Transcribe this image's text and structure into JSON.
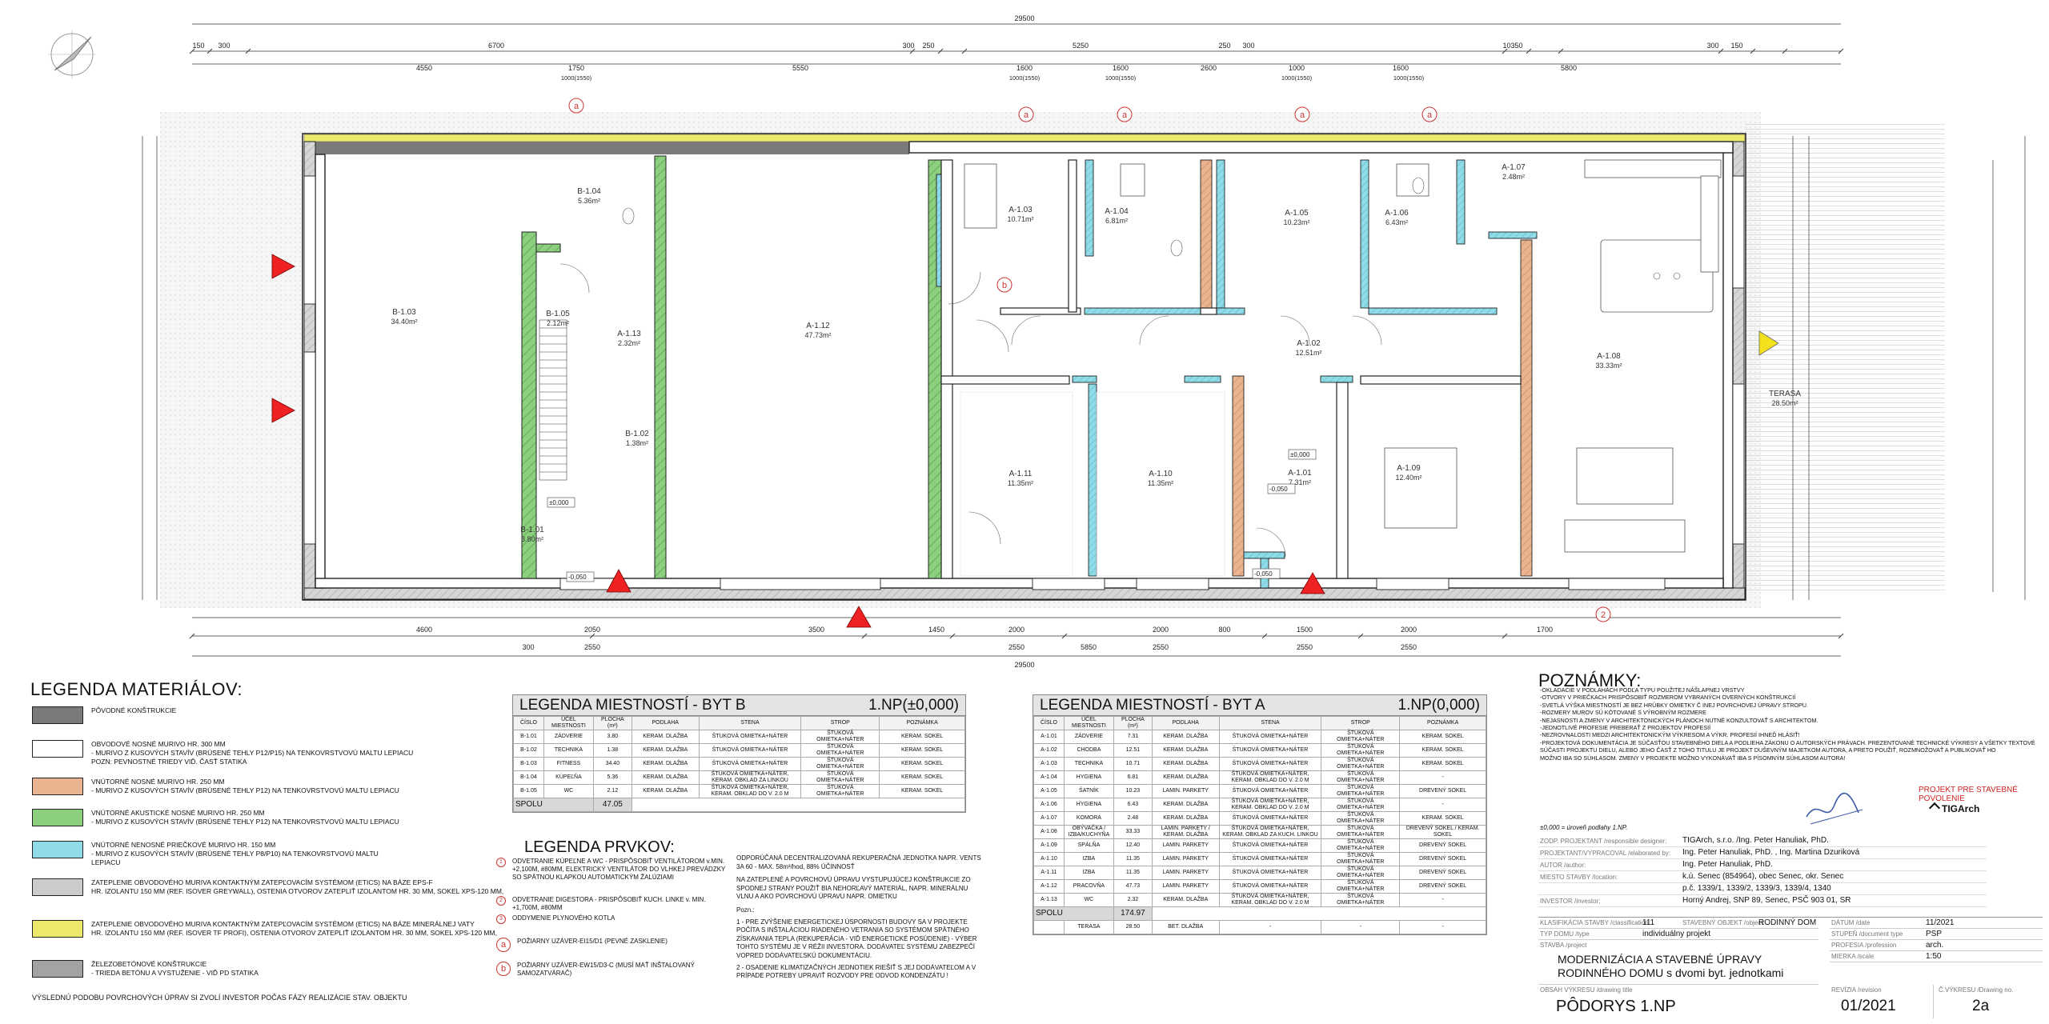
{
  "plan": {
    "overall_dimension": "29500",
    "top_dims": [
      "150",
      "300",
      "6700",
      "300",
      "250",
      "5250",
      "250",
      "300",
      "10350",
      "300",
      "150"
    ],
    "top_dims2": [
      "4550",
      "1750",
      "5550",
      "1600",
      "1600",
      "2600",
      "1000",
      "1600",
      "5800"
    ],
    "window_tags": [
      "1000(1550)",
      "1000(1550)",
      "1000(1550)",
      "1000(1550)",
      "1000(1550)"
    ],
    "bottom_dims": [
      "4600",
      "2050",
      "3500",
      "1450",
      "2000",
      "2000",
      "800",
      "1500",
      "2000",
      "1700"
    ],
    "bottom_dims2": [
      "300",
      "2550",
      "5850",
      "2550",
      "2550",
      "2550",
      "2550"
    ],
    "rooms": [
      {
        "code": "B-1.03",
        "area": "34.40m²"
      },
      {
        "code": "B-1.04",
        "area": "5.36m²"
      },
      {
        "code": "B-1.05",
        "area": "2.12m²"
      },
      {
        "code": "A-1.13",
        "area": "2.32m²"
      },
      {
        "code": "A-1.12",
        "area": "47.73m²"
      },
      {
        "code": "B-1.02",
        "area": "1.38m²"
      },
      {
        "code": "B-1.01",
        "area": "3.80m²"
      },
      {
        "code": "A-1.03",
        "area": "10.71m²"
      },
      {
        "code": "A-1.04",
        "area": "6.81m²"
      },
      {
        "code": "A-1.05",
        "area": "10.23m²"
      },
      {
        "code": "A-1.06",
        "area": "6.43m²"
      },
      {
        "code": "A-1.07",
        "area": "2.48m²"
      },
      {
        "code": "A-1.02",
        "area": "12.51m²"
      },
      {
        "code": "A-1.08",
        "area": "33.33m²"
      },
      {
        "code": "A-1.11",
        "area": "11.35m²"
      },
      {
        "code": "A-1.10",
        "area": "11.35m²"
      },
      {
        "code": "A-1.01",
        "area": "7.31m²"
      },
      {
        "code": "A-1.09",
        "area": "12.40m²"
      },
      {
        "code": "TERASA",
        "area": "28.50m²"
      }
    ],
    "level_labels": [
      "±0,000",
      "-0,050",
      "-0,050",
      "-0,050",
      "±0,000"
    ],
    "axis_marks": [
      "a",
      "a",
      "a",
      "a",
      "a",
      "b"
    ],
    "section_mark": "2"
  },
  "materials": {
    "title": "LEGENDA MATERIÁLOV:",
    "items": [
      {
        "color": "#7a7a7a",
        "lines": [
          "PÔVODNÉ KONŠTRUKCIE"
        ]
      },
      {
        "color": "#ffffff",
        "lines": [
          "OBVODOVÉ NOSNÉ MURIVO HR. 300 MM",
          "- MURIVO Z KUSOVÝCH STAVÍV (BRÚSENÉ TEHLY P12/P15) NA TENKOVRSTVOVÚ MALTU LEPIACU",
          "POZN: PEVNOSTNÉ TRIEDY VIĎ. ČASŤ STATIKA"
        ]
      },
      {
        "color": "#e9b48f",
        "lines": [
          "VNÚTORNÉ NOSNÉ MURIVO HR. 250 MM",
          "- MURIVO Z KUSOVÝCH STAVÍV (BRÚSENÉ TEHLY P12) NA TENKOVRSTVOVÚ MALTU LEPIACU"
        ]
      },
      {
        "color": "#8ccf7e",
        "lines": [
          "VNÚTORNÉ AKUSTICKÉ NOSNÉ MURIVO HR. 250 MM",
          "- MURIVO Z KUSOVÝCH STAVÍV (BRÚSENÉ TEHLY P12) NA TENKOVRSTVOVÚ MALTU LEPIACU"
        ]
      },
      {
        "color": "#8fdbe8",
        "lines": [
          "VNÚTORNÉ NENOSNÉ PRIEČKOVÉ MURIVO HR. 150 MM",
          "- MURIVO Z KUSOVÝCH STAVÍV (BRÚSENÉ TEHLY P8/P10) NA TENKOVRSTVOVÚ MALTU",
          "LEPIACU"
        ]
      },
      {
        "color": "#cccccc",
        "lines": [
          "ZATEPLENIE OBVODOVÉHO MURIVA KONTAKTNÝM ZATEPĽOVACÍM SYSTÉMOM (ETICS) NA BÁZE EPS-F",
          "HR. IZOLANTU 150 MM (REF. ISOVER GREYWALL), OSTENIA OTVOROV ZATEPLIŤ IZOLANTOM HR. 30 MM, SOKEL XPS-120 MM,"
        ]
      },
      {
        "color": "#ece96b",
        "lines": [
          "ZATEPLENIE OBVODOVÉHO MURIVA KONTAKTNÝM ZATEPĽOVACÍM SYSTÉMOM (ETICS) NA BÁZE MINERÁLNEJ VATY",
          "HR. IZOLANTU 150 MM (REF. ISOVER TF PROFI), OSTENIA OTVOROV ZATEPLIŤ IZOLANTOM HR. 30 MM, SOKEL XPS-120 MM,"
        ]
      },
      {
        "color": "#a3a3a3",
        "lines": [
          "ŽELEZOBETÓNOVÉ KONŠTRUKCIE",
          "- TRIEDA BETÓNU A VYSTUŽENIE - VIĎ PD STATIKA"
        ]
      }
    ],
    "footer": "VÝSLEDNÚ PODOBU POVRCHOVÝCH ÚPRAV SI ZVOLÍ INVESTOR POČAS FÁZY REALIZÁCIE STAV. OBJEKTU"
  },
  "table_b": {
    "title": "LEGENDA MIESTNOSTÍ  - BYT B",
    "level": "1.NP(±0,000)",
    "headers": [
      "ČÍSLO",
      "ÚČEL MIESTNOSTI",
      "PLOCHA (m²)",
      "PODLAHA",
      "STENA",
      "STROP",
      "POZNÁMKA"
    ],
    "rows": [
      [
        "B-1.01",
        "ZÁDVERIE",
        "3.80",
        "KERAM. DLAŽBA",
        "ŠTUKOVÁ OMIETKA+NÁTER",
        "ŠTUKOVÁ OMIETKA+NÁTER",
        "KERAM. SOKEL"
      ],
      [
        "B-1.02",
        "TECHNIKA",
        "1.38",
        "KERAM. DLAŽBA",
        "ŠTUKOVÁ OMIETKA+NÁTER",
        "ŠTUKOVÁ OMIETKA+NÁTER",
        "KERAM. SOKEL"
      ],
      [
        "B-1.03",
        "FITNESS",
        "34.40",
        "KERAM. DLAŽBA",
        "ŠTUKOVÁ OMIETKA+NÁTER",
        "ŠTUKOVÁ OMIETKA+NÁTER",
        "KERAM. SOKEL"
      ],
      [
        "B-1.04",
        "KÚPEĽŇA",
        "5.36",
        "KERAM. DLAŽBA",
        "ŠTUKOVÁ OMIETKA+NÁTER, KERAM. OBKLAD ZA LINKOU",
        "ŠTUKOVÁ OMIETKA+NÁTER",
        "KERAM. SOKEL"
      ],
      [
        "B-1.05",
        "WC",
        "2.12",
        "KERAM. DLAŽBA",
        "ŠTUKOVÁ OMIETKA+NÁTER, KERAM. OBKLAD DO V. 2.0 M",
        "ŠTUKOVÁ OMIETKA+NÁTER",
        "KERAM. SOKEL"
      ]
    ],
    "sum_label": "SPOLU",
    "sum_value": "47.05"
  },
  "table_a": {
    "title": "LEGENDA MIESTNOSTÍ  - BYT A",
    "level": "1.NP(0,000)",
    "headers": [
      "ČÍSLO",
      "ÚČEL MIESTNOSTI",
      "PLOCHA (m²)",
      "PODLAHA",
      "STENA",
      "STROP",
      "POZNÁMKA"
    ],
    "rows": [
      [
        "A-1.01",
        "ZÁDVERIE",
        "7.31",
        "KERAM. DLAŽBA",
        "ŠTUKOVÁ OMIETKA+NÁTER",
        "ŠTUKOVÁ OMIETKA+NÁTER",
        "KERAM. SOKEL"
      ],
      [
        "A-1.02",
        "CHODBA",
        "12.51",
        "KERAM. DLAŽBA",
        "ŠTUKOVÁ OMIETKA+NÁTER",
        "ŠTUKOVÁ OMIETKA+NÁTER",
        "KERAM. SOKEL"
      ],
      [
        "A-1.03",
        "TECHNIKA",
        "10.71",
        "KERAM. DLAŽBA",
        "ŠTUKOVÁ OMIETKA+NÁTER",
        "ŠTUKOVÁ OMIETKA+NÁTER",
        "KERAM. SOKEL"
      ],
      [
        "A-1.04",
        "HYGIENA",
        "6.81",
        "KERAM. DLAŽBA",
        "ŠTUKOVÁ OMIETKA+NÁTER, KERAM. OBKLAD DO V. 2.0 M",
        "ŠTUKOVÁ OMIETKA+NÁTER",
        "-"
      ],
      [
        "A-1.05",
        "ŠATNÍK",
        "10.23",
        "LAMIN. PARKETY",
        "ŠTUKOVÁ OMIETKA+NÁTER",
        "ŠTUKOVÁ OMIETKA+NÁTER",
        "DREVENÝ SOKEL"
      ],
      [
        "A-1.06",
        "HYGIENA",
        "6.43",
        "KERAM. DLAŽBA",
        "ŠTUKOVÁ OMIETKA+NÁTER, KERAM. OBKLAD DO V. 2.0 M",
        "ŠTUKOVÁ OMIETKA+NÁTER",
        "-"
      ],
      [
        "A-1.07",
        "KOMORA",
        "2.48",
        "KERAM. DLAŽBA",
        "ŠTUKOVÁ OMIETKA+NÁTER",
        "ŠTUKOVÁ OMIETKA+NÁTER",
        "KERAM. SOKEL"
      ],
      [
        "A-1.08",
        "OBÝVAČKA / IZBA/KUCHYŇA",
        "33.33",
        "LAMIN. PARKETY / KERAM. DLAŽBA",
        "ŠTUKOVÁ OMIETKA+NÁTER, KERAM. OBKLAD ZA KUCH. LINKOU",
        "ŠTUKOVÁ OMIETKA+NÁTER",
        "DREVENÝ SOKEL / KERAM. SOKEL"
      ],
      [
        "A-1.09",
        "SPÁLŇA",
        "12.40",
        "LAMIN. PARKETY",
        "ŠTUKOVÁ OMIETKA+NÁTER",
        "ŠTUKOVÁ OMIETKA+NÁTER",
        "DREVENÝ SOKEL"
      ],
      [
        "A-1.10",
        "IZBA",
        "11.35",
        "LAMIN. PARKETY",
        "ŠTUKOVÁ OMIETKA+NÁTER",
        "ŠTUKOVÁ OMIETKA+NÁTER",
        "DREVENÝ SOKEL"
      ],
      [
        "A-1.11",
        "IZBA",
        "11.35",
        "LAMIN. PARKETY",
        "ŠTUKOVÁ OMIETKA+NÁTER",
        "ŠTUKOVÁ OMIETKA+NÁTER",
        "DREVENÝ SOKEL"
      ],
      [
        "A-1.12",
        "PRACOVŇA",
        "47.73",
        "LAMIN. PARKETY",
        "ŠTUKOVÁ OMIETKA+NÁTER",
        "ŠTUKOVÁ OMIETKA+NÁTER",
        "DREVENÝ SOKEL"
      ],
      [
        "A-1.13",
        "WC",
        "2.32",
        "KERAM. DLAŽBA",
        "ŠTUKOVÁ OMIETKA+NÁTER, KERAM. OBKLAD DO V. 2.0 M",
        "ŠTUKOVÁ OMIETKA+NÁTER",
        "-"
      ]
    ],
    "sum_label": "SPOLU",
    "sum_value": "174.97",
    "extra_row": [
      "",
      "TERASA",
      "28.50",
      "BET. DLAŽBA",
      "-",
      "-",
      "-"
    ]
  },
  "elements": {
    "title": "LEGENDA PRVKOV:",
    "col1": [
      {
        "mark": "1",
        "text": "ODVETRANIE KÚPEĽNE A WC  - PRISPÔSOBIŤ VENTILÁTOROM v.MIN. +2,100M, #80MM, ELEKTRICKÝ VENTILÁTOR DO VLHKEJ PREVÁDZKY SO SPÄTNOU KLAPKOU AUTOMATICKÝM ŽALÚZIAMI"
      },
      {
        "mark": "2",
        "text": "ODVETRANIE DIGESTORA - PRISPÔSOBIŤ KUCH. LINKE v. MIN. +1,700M, #80MM"
      },
      {
        "mark": "3",
        "text": "ODDYMENIE PLYNOVÉHO KOTLA"
      },
      {
        "mark": "a",
        "text": "POŽIARNY UZÁVER-EI15/D1 (PEVNÉ ZASKLENIE)"
      },
      {
        "mark": "b",
        "text": "POŽIARNY UZÁVER-EW15/D3-C (MUSÍ MAŤ INŠTALOVANÝ SAMOZATVÁRAČ)"
      }
    ],
    "col2": [
      "ODPORÚČANÁ DECENTRALIZOVANÁ REKUPERAČNÁ JEDNOTKA NAPR. VENTS 3A 60 - MAX. 58m³/hod, 88% ÚČINNOSŤ",
      "NA ZATEPLENÉ A POVRCHOVÚ ÚPRAVU VYSTUPUJÚCEJ KONŠTRUKCIE ZO SPODNEJ STRANY POUŽIŤ BIA NEHORĽAVÝ MATERIÁL, NAPR. MINERÁLNU VLNU A AKO POVRCHOVÚ ÚPRAVU NAPR. OMIETKU",
      "Pozn.:",
      "1 - PRE ZVÝŠENIE ENERGETICKEJ ÚSPORNOSTI BUDOVY SA V PROJEKTE POČÍTA S INŠTALÁCIOU RIADENÉHO VETRANIA SO SYSTÉMOM SPÄTNÉHO ZÍSKAVANIA TEPLA (REKUPERÁCIA - VIĎ ENERGETICKÉ POSÚDENIE) - VÝBER TOHTO SYSTÉMU JE V RÉŽII INVESTORA. DODÁVATEĽ SYSTÉMU ZABEZPEČÍ VOPRED DODÁVATEĽSKÚ DOKUMENTÁCIU.",
      "2 - OSADENIE KLIMATIZAČNÝCH JEDNOTIEK RIEŠIŤ S JEJ DODÁVATEĽOM A V PRÍPADE POTREBY UPRAVIŤ ROZVODY PRE ODVOD KONDENZÁTU !"
    ]
  },
  "notes": {
    "title": "POZNÁMKY:",
    "lines": [
      "-OKLADACIE V PODLAHÁCH PODĽA TYPU POUŽITEJ NÁŠLAPNEJ VRSTVY",
      "-OTVORY V PRIEČKACH PRISPÔSOBIŤ ROZMEROM VYBRANÝCH OVERNÝCH KONŠTRUKCIÍ",
      "-SVETLÁ VÝŠKA MIESTNOSTÍ JE BEZ HRÚBKY OMIETKY Č INEJ POVRCHOVEJ ÚPRAVY STROPU.",
      "-ROZMERY MUROV SÚ KÓTOVANÉ S VÝROBNÝM ROZMERE",
      "-NEJASNOSTI A ZMENY V ARCHITEKTONICKÝCH PLÁNOCH NUTNÉ KONZULTOVAŤ S ARCHITEKTOM.",
      "-JEDNOTLIVÉ PROFESIE PREBERAŤ Z PROJEKTOV PROFESIÍ",
      "-NEZROVNALOSTI MEDZI ARCHITEKTONICKÝM VÝKRESOM A VÝKR. PROFESIÍ IHNEĎ HLÁSIŤ!",
      "-PROJEKTOVÁ DOKUMENTÁCIA JE SÚČASŤOU STAVEBNÉHO DIELA A PODLIEHA ZÁKONU O AUTORSKÝCH PRÁVACH. PREZENTOVANÉ TECHNICKÉ VÝKRESY A VŠETKY TEXTOVÉ",
      "SÚČASTI PROJEKTU DIELU, ALEBO JEHO ČASŤ Z TOHO TITULU JE PROJEKT DUŠEVNÝM MAJETKOM AUTORA, A PRETO POUŽIŤ, ROZMNOŽOVAŤ A PUBLIKOVAŤ HO",
      "MOŽNO IBA SO SÚHLASOM. ZMENY V PROJEKTE MOŽNO VYKONÁVAŤ IBA S PÍSOMNÝM SÚHLASOM AUTORA!"
    ]
  },
  "titleblock": {
    "level_note": "±0,000 = úroveň podlahy 1.NP.",
    "stamp": "PROJEKT PRE STAVEBNÉ POVOLENIE",
    "firm": "TIGArch",
    "rows": [
      {
        "label": "ZODP. PROJEKTANT /responsible designer:",
        "value": "TIGArch, s.r.o. /Ing. Peter Hanuliak, PhD."
      },
      {
        "label": "PROJEKTANT/VYPRACOVAL /elaborated by:",
        "value": "Ing. Peter Hanuliak, PhD. , Ing. Martina Dzuriková"
      },
      {
        "label": "AUTOR /author:",
        "value": "Ing. Peter Hanuliak, PhD."
      },
      {
        "label": "MIESTO STAVBY /location:",
        "value": "k.ú. Senec (854964), obec Senec, okr. Senec"
      },
      {
        "label": "",
        "value": "p.č. 1339/1, 1339/2, 1339/3, 1339/4, 1340"
      },
      {
        "label": "INVESTOR /investor:",
        "value": "Horný Andrej, SNP 89, Senec, PSČ 903 01, SR"
      }
    ],
    "classification_label": "KLASIFIKÁCIA STAVBY /classification:",
    "classification_value": "111",
    "object_label": "STAVEBNÝ OBJEKT /object:",
    "object_value": "RODINNÝ DOM",
    "type_label": "TYP DOMU /type",
    "type_value": "individuálny projekt",
    "project_label": "STAVBA /project",
    "project_title": "MODERNIZÁCIA  A STAVEBNÉ ÚPRAVY RODINNÉHO DOMU s dvomi byt. jednotkami",
    "drawing_label": "OBSAH VÝKRESU /drawing title",
    "drawing_title": "PÔDORYS 1.NP",
    "date_label": "DÁTUM /date",
    "date_value": "11/2021",
    "doc_type_label": "STUPEŇ /document type",
    "doc_type_value": "PSP",
    "profession_label": "PROFESIA /profession",
    "profession_value": "arch.",
    "scale_label": "MIERKA /scale",
    "scale_value": "1:50",
    "revision_label": "REVÍZIA /revision",
    "revision_value": "01/2021",
    "drawing_no_label": "Č.VÝKRESU /Drawing no.",
    "drawing_no_value": "2a"
  }
}
